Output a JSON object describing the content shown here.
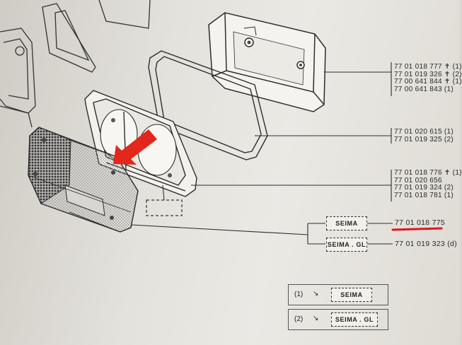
{
  "part_groups": {
    "housing": [
      "77 01 018 777 ✝ (1)",
      "77 01 019 326 ✝ (2)",
      "77 00 641 844 ✝ (1)",
      "77 00 641 843 (1)"
    ],
    "gasket": [
      "77 01 020 615 (1)",
      "77 01 019 325 (2)"
    ],
    "bulb_holder": [
      "77 01 018 776 ✝ (1)",
      "77 01 020 656",
      "77 01 019 324 (2)",
      "77 01 018 781 (1)"
    ]
  },
  "lens_options": [
    {
      "brand": "SEIMA",
      "part_number": "77 01 018 775"
    },
    {
      "brand": "SEIMA . GL",
      "part_number": "77 01 019 323 (d)"
    }
  ],
  "legend": [
    {
      "marker": "(1)",
      "symbol": "↘",
      "brand": "SEIMA"
    },
    {
      "marker": "(2)",
      "symbol": "↘",
      "brand": "SEIMA . GL"
    }
  ],
  "highlight": {
    "arrow_color": "#e4261c",
    "underline_color": "#e0141e"
  }
}
